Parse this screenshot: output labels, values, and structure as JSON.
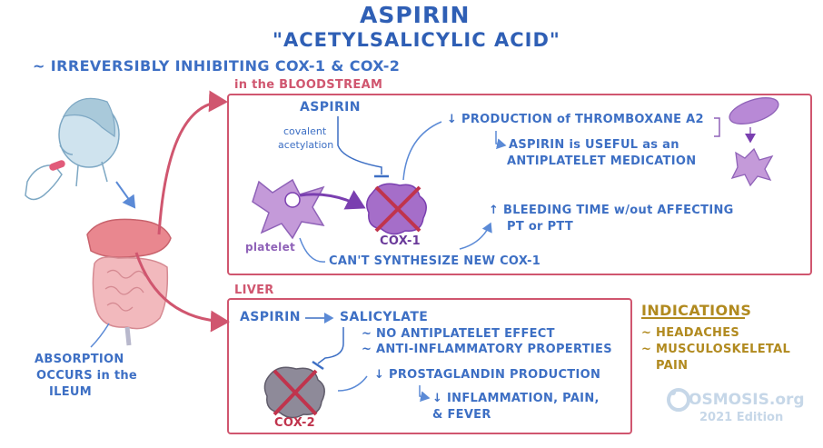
{
  "header": {
    "title": "ASPIRIN",
    "subtitle": "\"ACETYLSALICYLIC ACID\"",
    "mechanism": "~ IRREVERSIBLY INHIBITING COX-1 & COX-2"
  },
  "left": {
    "absorption": [
      "ABSORPTION",
      "OCCURS in the",
      "ILEUM"
    ]
  },
  "bloodstream": {
    "label": "in the BLOODSTREAM",
    "aspirin": "ASPIRIN",
    "covalent": [
      "covalent",
      "acetylation"
    ],
    "platelet": "platelet",
    "enzyme": "COX-1",
    "cant_synthesize": "CAN'T SYNTHESIZE NEW COX-1",
    "thromboxane": "↓ PRODUCTION of THROMBOXANE A2",
    "useful": [
      "ASPIRIN is USEFUL as an",
      "ANTIPLATELET MEDICATION"
    ],
    "bleeding": [
      "↑ BLEEDING TIME w/out AFFECTING",
      "PT or PTT"
    ]
  },
  "liver": {
    "label": "LIVER",
    "aspirin": "ASPIRIN",
    "salicylate": "SALICYLATE",
    "effects": [
      "~ NO ANTIPLATELET EFFECT",
      "~ ANTI-INFLAMMATORY PROPERTIES"
    ],
    "prostaglandin": "↓ PROSTAGLANDIN PRODUCTION",
    "inflammation": [
      "↓ INFLAMMATION, PAIN,",
      "& FEVER"
    ],
    "enzyme": "COX-2"
  },
  "indications": {
    "title": "INDICATIONS",
    "items": [
      "~ HEADACHES",
      "~ MUSCULOSKELETAL",
      "PAIN"
    ]
  },
  "brand": {
    "logo": "OSMOSIS.org",
    "edition": "2021 Edition"
  },
  "colors": {
    "blue": "#3d6fc4",
    "pink": "#d0566f",
    "purple": "#8f62b8",
    "gold": "#b18a1f"
  }
}
